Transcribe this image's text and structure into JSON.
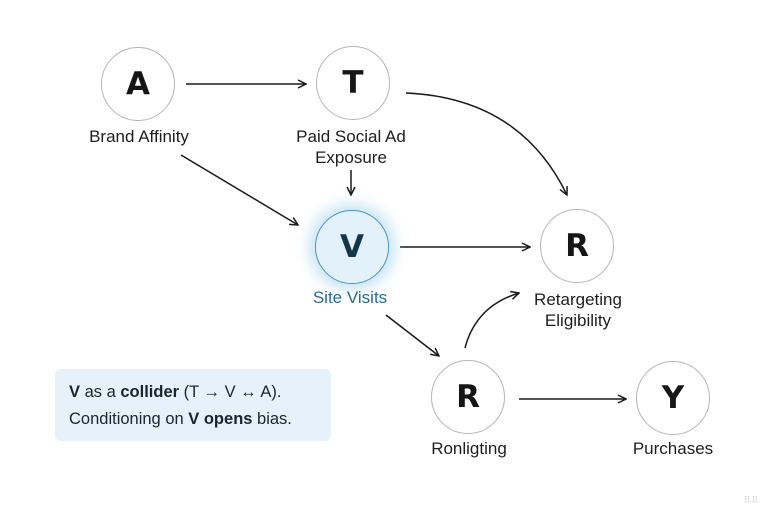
{
  "nodes": {
    "A": {
      "letter": "A",
      "label": "Brand Affinity"
    },
    "T": {
      "letter": "T",
      "label_line1": "Paid Social Ad",
      "label_line2": "Exposure"
    },
    "V": {
      "letter": "V",
      "label": "Site Visits"
    },
    "R1": {
      "letter": "R",
      "label_line1": "Retargeting",
      "label_line2": "Eligibility"
    },
    "R2": {
      "letter": "R",
      "label": "Ronligting"
    },
    "Y": {
      "letter": "Y",
      "label": "Purchases"
    }
  },
  "note": {
    "p1": "V",
    "p2": " as a ",
    "p3": "collider",
    "p4": " (T → V ↔ A).",
    "p5": "Conditioning on ",
    "p6": "V opens",
    "p7": " bias."
  },
  "colors": {
    "highlight": "#4a95bd",
    "note_bg": "#e6f1f9",
    "edge": "#1a1a1a"
  }
}
